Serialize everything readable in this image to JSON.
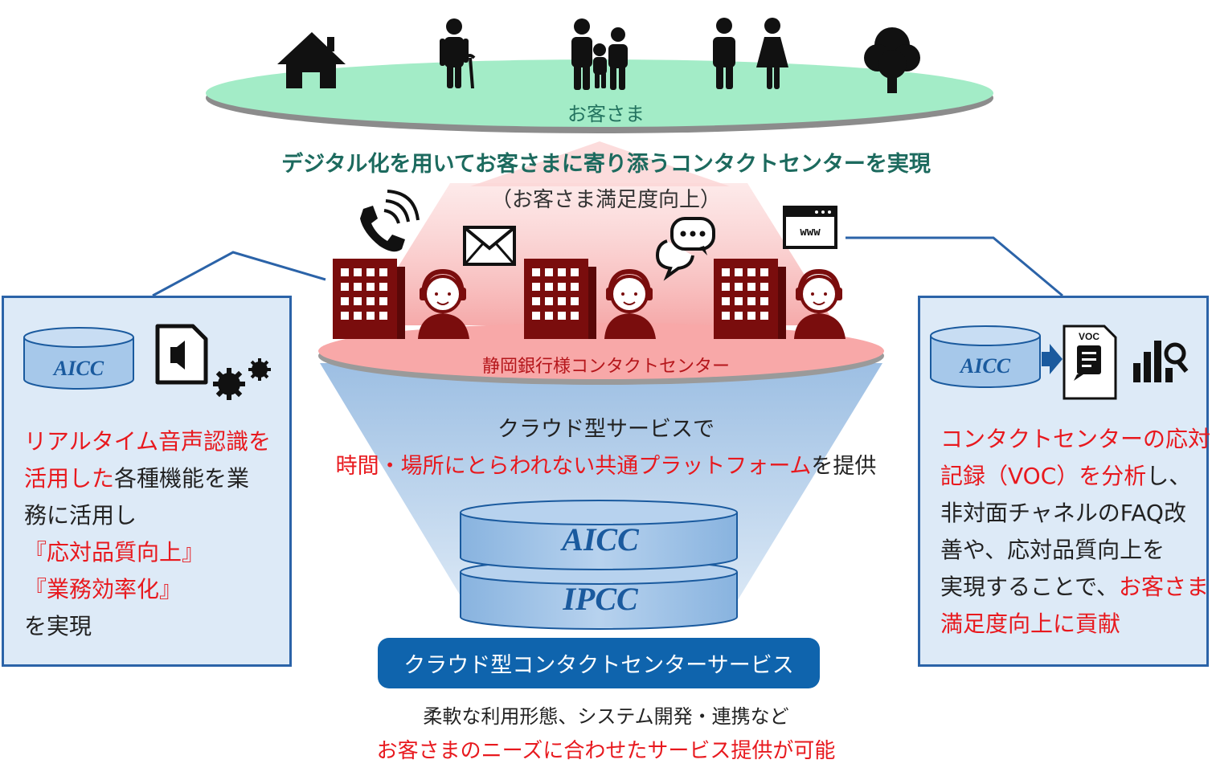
{
  "customers": {
    "label": "お客さま",
    "icons": [
      "house-icon",
      "elderly-person-icon",
      "family-icon",
      "man-icon",
      "woman-icon",
      "tree-icon"
    ]
  },
  "headline": "デジタル化を用いてお客さまに寄り添うコンタクトセンターを実現",
  "subline": "（お客さま満足度向上）",
  "channels": [
    "phone-icon",
    "mail-icon",
    "chat-icon",
    "web-browser-icon"
  ],
  "web_label": "www",
  "contact_center": {
    "label": "静岡銀行様コンタクトセンター",
    "icons": [
      "building-icon",
      "operator-icon"
    ]
  },
  "cloud": {
    "line1": "クラウド型サービスで",
    "line2_highlight": "時間・場所にとらわれない共通プラットフォーム",
    "line2_rest": "を提供",
    "db_top": "AICC",
    "db_bottom": "IPCC",
    "service_button": "クラウド型コンタクトセンターサービス"
  },
  "bottom": {
    "line1": "柔軟な利用形態、システム開発・連携など",
    "line2": "お客さまのニーズに合わせたサービス提供が可能"
  },
  "left_panel": {
    "db_label": "AICC",
    "icons": [
      "audio-file-icon",
      "gears-icon"
    ],
    "line1": "リアルタイム音声認識を",
    "line2_red": "活用した",
    "line2_rest": "各種機能を業",
    "line3": "務に活用し",
    "line4": "『応対品質向上』",
    "line5": "『業務効率化』",
    "line6": "を実現"
  },
  "right_panel": {
    "db_label": "AICC",
    "voc_label": "VOC",
    "icons": [
      "arrow-right-icon",
      "voc-document-icon",
      "analytics-icon"
    ],
    "line1": "コンタクトセンターの応対",
    "line2_red": "記録（VOC）を分析",
    "line2_rest": "し、",
    "line3": "非対面チャネルのFAQ改",
    "line4": "善や、応対品質向上を",
    "line5_dark": "実現することで、",
    "line5_red": "お客さま",
    "line6": "満足度向上に貢献"
  },
  "colors": {
    "customer_disc": "#9ee8c4",
    "contact_disc": "#f7a3a3",
    "funnel": "#bcd6ee",
    "accent_blue": "#0f64ad",
    "highlight_red": "#e8191e",
    "building": "#7a0d0d",
    "headline_green": "#1c6a5e"
  }
}
